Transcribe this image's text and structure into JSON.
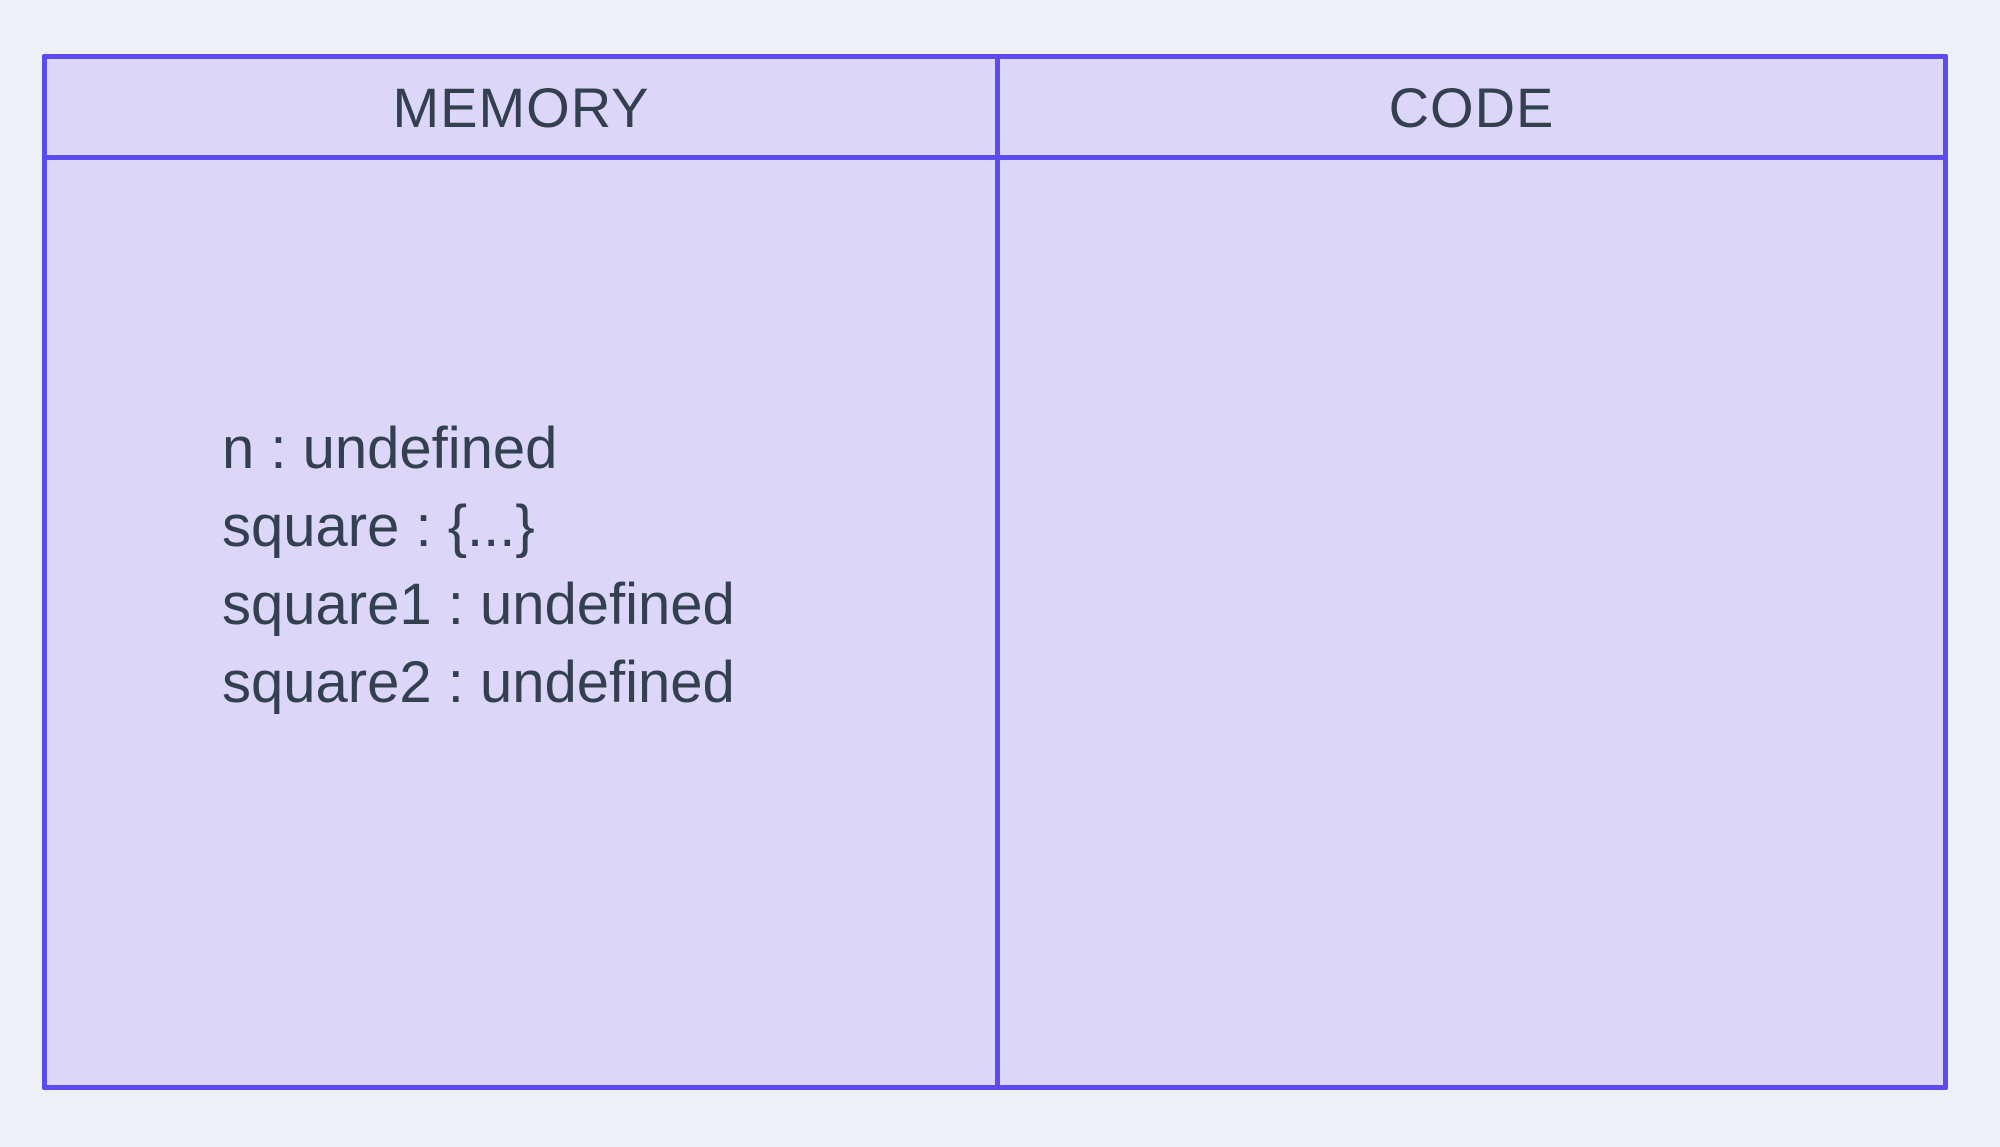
{
  "page": {
    "background_color": "#edf1f6"
  },
  "board": {
    "border_color": "#5c4bee",
    "panel_color": "#dcd7f8",
    "text_color": "#32404f",
    "memory": {
      "header": "MEMORY",
      "separator": " : ",
      "entries": [
        {
          "name": "n",
          "value": "undefined"
        },
        {
          "name": "square",
          "value": "{...}"
        },
        {
          "name": "square1",
          "value": "undefined"
        },
        {
          "name": "square2",
          "value": "undefined"
        }
      ]
    },
    "code": {
      "header": "CODE",
      "entries": []
    }
  }
}
